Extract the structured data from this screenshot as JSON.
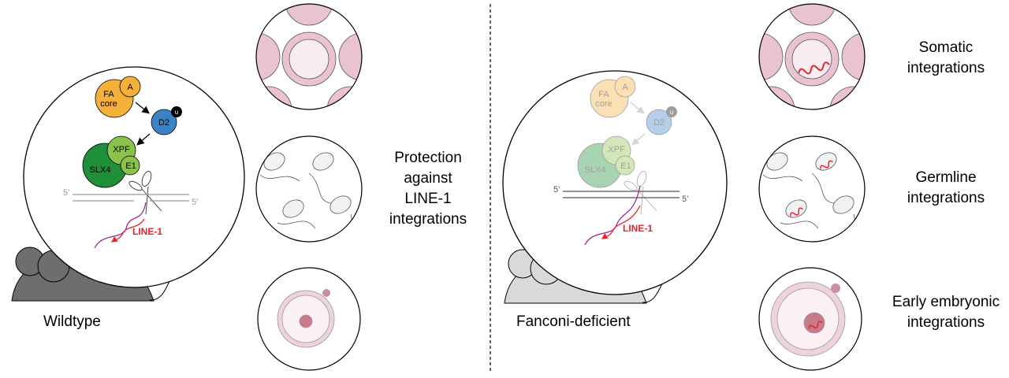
{
  "wildtype": {
    "title": "Wildtype",
    "proteins": {
      "fa": "FA",
      "core": "core",
      "a": "A",
      "d2": "D2",
      "u": "u",
      "xpf": "XPF",
      "e1": "E1",
      "slx4": "SLX4"
    },
    "five_prime_top": "5’",
    "five_prime_bottom": "5’",
    "line1": "LINE-1",
    "outcome": [
      "Protection",
      "against",
      "LINE-1",
      "integrations"
    ]
  },
  "fanconi": {
    "title": "Fanconi-deficient",
    "proteins": {
      "fa": "FA",
      "core": "core",
      "a": "A",
      "d2": "D2",
      "u": "u",
      "xpf": "XPF",
      "e1": "E1",
      "slx4": "SLX4"
    },
    "five_prime_top": "5’",
    "five_prime_bottom": "5’",
    "line1": "LINE-1",
    "outcomes": [
      {
        "line1": "Somatic",
        "line2": "integrations"
      },
      {
        "line1": "Germline",
        "line2": "integrations"
      },
      {
        "line1": "Early embryonic",
        "line2": "integrations"
      }
    ]
  },
  "colors": {
    "fa_core": "#f5b03a",
    "d2": "#3a83c6",
    "slx4": "#1f8f3a",
    "xpf": "#8bc34a",
    "line1": "#e8232a",
    "dna_purple": "#9b2c8f",
    "cell_pink": "#e9c3cf"
  }
}
